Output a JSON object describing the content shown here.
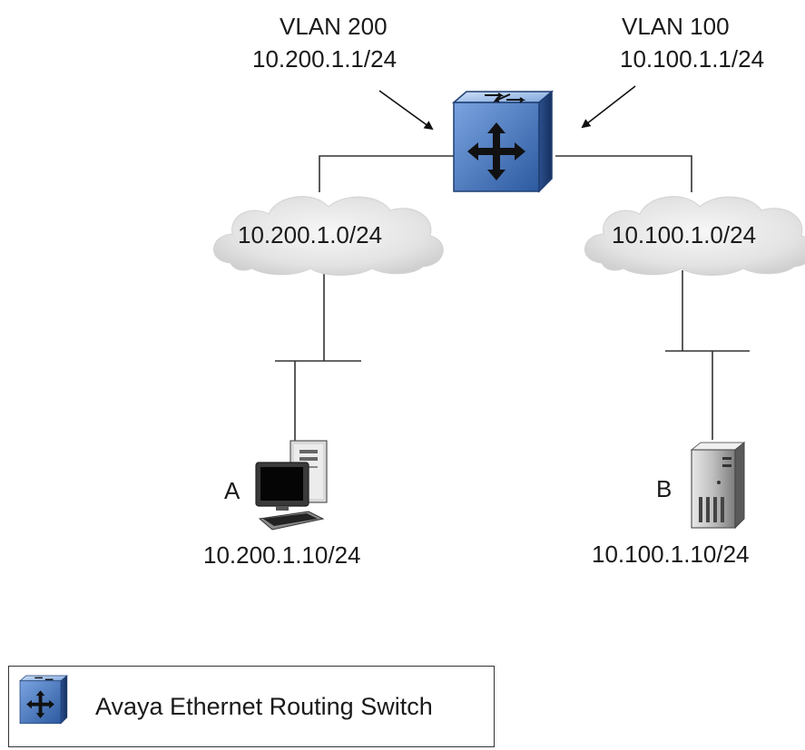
{
  "labels": {
    "vlan200_name": "VLAN 200",
    "vlan200_ip": "10.200.1.1/24",
    "vlan100_name": "VLAN 100",
    "vlan100_ip": "10.100.1.1/24",
    "cloud_left": "10.200.1.0/24",
    "cloud_right": "10.100.1.0/24",
    "host_a_letter": "A",
    "host_a_ip": "10.200.1.10/24",
    "host_b_letter": "B",
    "host_b_ip": "10.100.1.10/24"
  },
  "legend": {
    "text": "Avaya Ethernet Routing Switch"
  },
  "icons": {
    "router": "routing-switch-icon",
    "computer": "desktop-computer-icon",
    "server": "server-tower-icon",
    "cloud": "network-cloud-icon"
  },
  "colors": {
    "switch_blue": "#3f6fb8",
    "cloud_gray": "#e6e6e6",
    "line": "#333333"
  }
}
